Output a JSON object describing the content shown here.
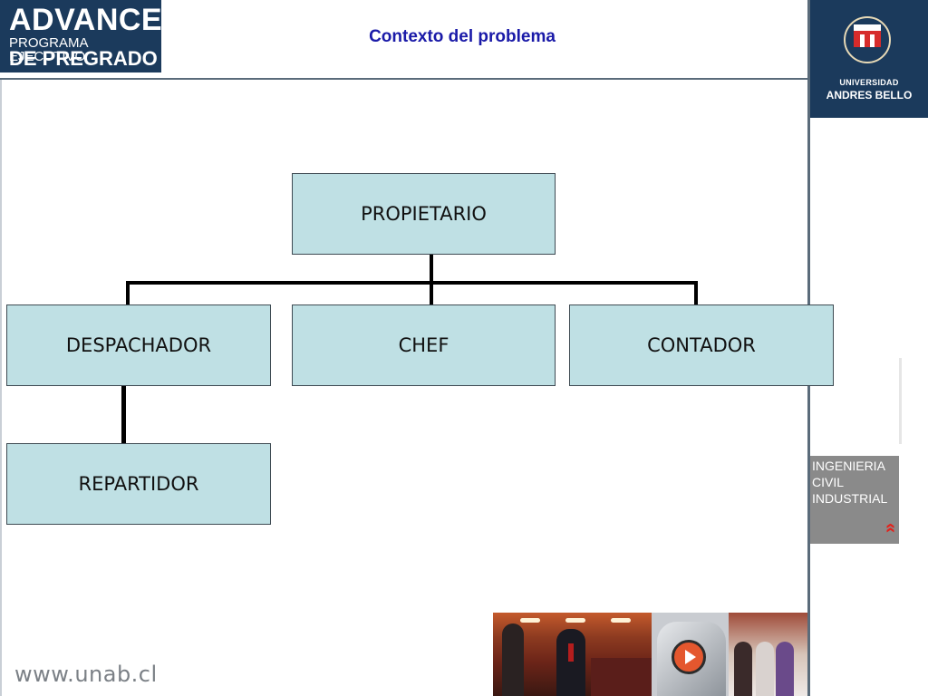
{
  "header": {
    "advance_logo": {
      "line1": "ADVANCE",
      "line2": "PROGRAMA EJECUTIVO",
      "line3": "DE PREGRADO"
    },
    "title": "Contexto del problema",
    "university_logo": {
      "line1": "UNIVERSIDAD",
      "line2": "ANDRES BELLO"
    }
  },
  "org_chart": {
    "root": "PROPIETARIO",
    "level1": [
      "DESPACHADOR",
      "CHEF",
      "CONTADOR"
    ],
    "level2": [
      "REPARTIDOR"
    ]
  },
  "sidebar": {
    "badge_lines": [
      "INGENIERIA",
      "CIVIL",
      "INDUSTRIAL"
    ],
    "badge_chevron": "»"
  },
  "footer": {
    "url": "www.unab.cl"
  },
  "colors": {
    "node_fill": "#bfe0e4",
    "title_blue": "#1a1aa8",
    "logo_navy": "#1b3a5c",
    "badge_gray": "#8a8a8a",
    "chevron_red": "#e3221c"
  }
}
